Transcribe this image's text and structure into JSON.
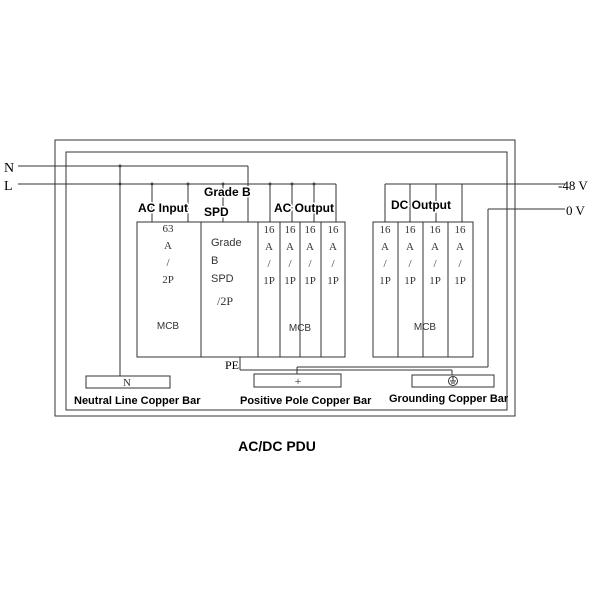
{
  "wire_labels": {
    "n": "N",
    "l": "L",
    "neg48v": "-48 V",
    "zero_v": "0 V",
    "pe": "PE"
  },
  "ac_input": {
    "title": "AC Input",
    "rating": [
      "63",
      "A",
      "/",
      "2P"
    ],
    "type": "MCB"
  },
  "spd": {
    "title_line1": "Grade B",
    "title_line2": "SPD",
    "body": [
      "Grade",
      "B",
      "SPD"
    ],
    "poles": "/2P"
  },
  "ac_output": {
    "title": "AC Output",
    "breaker_rating": [
      "16",
      "A",
      "/",
      "1P"
    ],
    "count": 4,
    "type": "MCB"
  },
  "dc_output": {
    "title": "DC Output",
    "breaker_rating": [
      "16",
      "A",
      "/",
      "1P"
    ],
    "count": 4,
    "type": "MCB"
  },
  "bars": {
    "neutral": {
      "symbol": "N",
      "label": "Neutral Line Copper Bar"
    },
    "positive": {
      "symbol": "+",
      "label": "Positive Pole Copper Bar"
    },
    "ground": {
      "symbol": "⏚",
      "label": "Grounding Copper Bar"
    }
  },
  "caption": "AC/DC PDU"
}
